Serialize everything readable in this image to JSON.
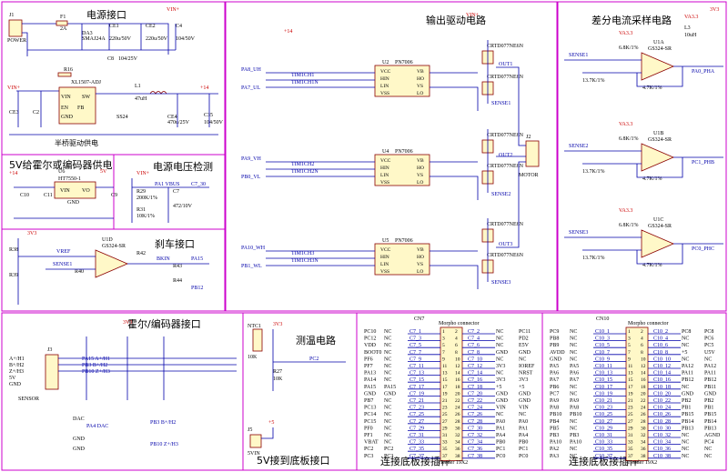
{
  "sections": {
    "power": "电源接口",
    "halfbridge": "半桥驱动供电",
    "hall5v": "5V给霍尔或编码器供电",
    "busv": "电源电压检测",
    "brake": "刹车接口",
    "output": "输出驱动电路",
    "current": "差分电流采样电路",
    "hallconn": "霍尔/编码器接口",
    "temp": "测温电路",
    "v5in": "5V接到底板接口",
    "cn7": "连接底板接插件",
    "cn10": "连接底板接插件"
  },
  "labels": {
    "j1": "J1",
    "power_conn": "POWER",
    "f1": "F1",
    "f1_val": "2A",
    "d1": "DA3",
    "d1_val": "SMAJ24A",
    "ce1": "CE1",
    "ce1_val": "220u/50V",
    "ce2": "CE2",
    "ce2_val": "220u/50V",
    "c4": "C4",
    "c4_val": "104/50V",
    "vin": "VIN+",
    "r16": "R16",
    "u7": "XL1507-ADJ",
    "c8": "C8",
    "c8_val": "104/25V",
    "l1": "L1",
    "l1_val": "47uH",
    "ss24": "SS24",
    "ce3": "CE3",
    "c2": "C2",
    "ce4": "CE4",
    "ce4_val": "470u/25V",
    "c35": "C35",
    "c35_val": "104/50V",
    "u6": "U6",
    "u6_val": "HT7550-1",
    "c10": "C10",
    "c11": "C11",
    "c9": "C9",
    "r29": "R29",
    "r29_val": "200K/1%",
    "r31": "R31",
    "r31_val": "10K/1%",
    "c7": "C7",
    "c7_val": "472/10V",
    "vbus": "PA1 VBUS",
    "vref": "VREF",
    "sense1": "SENSE1",
    "u1d": "U1D",
    "u1d_val": "GS324-SR",
    "r38": "R38",
    "r39": "R39",
    "r40": "R40",
    "r42": "R42",
    "r43": "R43",
    "r44": "R44",
    "brk": "BKIN",
    "pa15": "PA15",
    "pb12": "PB12",
    "u2": "U2",
    "u2_val": "PN7006",
    "u4": "U4",
    "u4_val": "PN7006",
    "u5": "U5",
    "u5_val": "PN7006",
    "pa8_uh": "PA8_UH",
    "pa7_ul": "PA7_UL",
    "pa9_vh": "PA9_VH",
    "pb0_vl": "PB0_VL",
    "pa10_wh": "PA10_WH",
    "pb1_wl": "PB1_WL",
    "tim1ch1": "TIM1CH1",
    "tim1ch1n": "TIM1CH1N",
    "tim1ch2": "TIM1CH2",
    "tim1ch2n": "TIM1CH2N",
    "tim1ch3": "TIM1CH3",
    "tim1ch3n": "TIM1CH3N",
    "vcc": "VCC",
    "hin": "HIN",
    "lin": "LIN",
    "vss": "VSS",
    "vb": "VB",
    "ho": "HO",
    "vs": "VS",
    "lo": "LO",
    "q_part": "CRTD077NE6N",
    "out1": "OUT1",
    "out2": "OUT2",
    "out3": "OUT3",
    "j2": "J2",
    "motor": "MOTOR",
    "sense1_o": "SENSE1",
    "sense2_o": "SENSE2",
    "sense3_o": "SENSE3",
    "u1a": "U1A",
    "u1b": "U1B",
    "u1c": "U1C",
    "gs324": "GS324-SR",
    "pa0": "PA0_PHA",
    "pc1": "PC1_PHB",
    "pc0": "PC0_PHC",
    "va3": "VA3.3",
    "l3": "L3",
    "l3_val": "10uH",
    "r6k8": "6.8K/1%",
    "r4k7": "4.7K/1%",
    "r13k7": "13.7K/1%",
    "j3": "J3",
    "sensor": "SENSOR",
    "hall_a": "A+/H1",
    "hall_b": "B+/H2",
    "hall_z": "Z+/H3",
    "v5": "5V",
    "gnd": "GND",
    "v33": "3V3",
    "p14": "+14",
    "pa15a": "PA15 A+/H1",
    "pb3": "PB3 B+/H2",
    "pb10": "PB10 Z+/H3",
    "pa4": "PA4 DAC",
    "dac": "DAC",
    "ntc": "NTC1",
    "ntc_val": "10K",
    "pc2": "PC2",
    "r27": "R27",
    "r27_val": "10K",
    "j5": "J5",
    "v5in": "5VIN",
    "cn7": "CN7",
    "cn10": "CN10",
    "morpho": "Morpho connector",
    "header": "Header 19X2"
  },
  "cn7_rows": [
    [
      "PC10",
      "NC",
      "C7_1",
      "1",
      "2",
      "C7_2",
      "NC",
      "PC11"
    ],
    [
      "PC12",
      "NC",
      "C7_3",
      "3",
      "4",
      "C7_4",
      "NC",
      "PD2"
    ],
    [
      "VDD",
      "NC",
      "C7_5",
      "5",
      "6",
      "C7_6",
      "NC",
      "E5V"
    ],
    [
      "BOOT0",
      "NC",
      "C7_7",
      "7",
      "8",
      "C7_8",
      "GND",
      "GND"
    ],
    [
      "PF6",
      "NC",
      "C7_9",
      "9",
      "10",
      "C7_10",
      "NC",
      "NC"
    ],
    [
      "PF7",
      "NC",
      "C7_11",
      "11",
      "12",
      "C7_12",
      "3V3",
      "IOREF"
    ],
    [
      "PA13",
      "NC",
      "C7_13",
      "13",
      "14",
      "C7_14",
      "NC",
      "NRST"
    ],
    [
      "PA14",
      "NC",
      "C7_15",
      "15",
      "16",
      "C7_16",
      "3V3",
      "3V3"
    ],
    [
      "PA15",
      "PA15",
      "C7_17",
      "17",
      "18",
      "C7_18",
      "+5",
      "+5"
    ],
    [
      "GND",
      "GND",
      "C7_19",
      "19",
      "20",
      "C7_20",
      "GND",
      "GND"
    ],
    [
      "PB7",
      "NC",
      "C7_21",
      "21",
      "22",
      "C7_22",
      "GND",
      "GND"
    ],
    [
      "PC13",
      "NC",
      "C7_23",
      "23",
      "24",
      "C7_24",
      "VIN",
      "VIN"
    ],
    [
      "PC14",
      "NC",
      "C7_25",
      "25",
      "26",
      "C7_26",
      "NC",
      "NC"
    ],
    [
      "PC15",
      "NC",
      "C7_27",
      "27",
      "28",
      "C7_28",
      "PA0",
      "PA0"
    ],
    [
      "PF0",
      "NC",
      "C7_29",
      "29",
      "30",
      "C7_30",
      "PA1",
      "PA1"
    ],
    [
      "PF1",
      "NC",
      "C7_31",
      "31",
      "32",
      "C7_32",
      "PA4",
      "PA4"
    ],
    [
      "VBAT",
      "NC",
      "C7_33",
      "33",
      "34",
      "C7_34",
      "PB0",
      "PB0"
    ],
    [
      "PC2",
      "PC2",
      "C7_35",
      "35",
      "36",
      "C7_36",
      "PC1",
      "PC1"
    ],
    [
      "PC3",
      "PC3",
      "C7_37",
      "37",
      "38",
      "C7_38",
      "PC0",
      "PC0"
    ]
  ],
  "cn10_rows": [
    [
      "PC9",
      "NC",
      "C10_1",
      "1",
      "2",
      "C10_2",
      "PC8",
      "PC8"
    ],
    [
      "PB8",
      "NC",
      "C10_3",
      "3",
      "4",
      "C10_4",
      "NC",
      "PC6"
    ],
    [
      "PB9",
      "NC",
      "C10_5",
      "5",
      "6",
      "C10_6",
      "NC",
      "PC5"
    ],
    [
      "AVDD",
      "NC",
      "C10_7",
      "7",
      "8",
      "C10_8",
      "+5",
      "U5V"
    ],
    [
      "GND",
      "NC",
      "C10_9",
      "9",
      "10",
      "C10_10",
      "NC",
      "NC"
    ],
    [
      "PA5",
      "PA5",
      "C10_11",
      "11",
      "12",
      "C10_12",
      "PA12",
      "PA12"
    ],
    [
      "PA6",
      "PA6",
      "C10_13",
      "13",
      "14",
      "C10_14",
      "PA11",
      "PA11"
    ],
    [
      "PA7",
      "PA7",
      "C10_15",
      "15",
      "16",
      "C10_16",
      "PB12",
      "PB12"
    ],
    [
      "PB6",
      "NC",
      "C10_17",
      "17",
      "18",
      "C10_18",
      "NC",
      "PB11"
    ],
    [
      "PC7",
      "NC",
      "C10_19",
      "19",
      "20",
      "C10_20",
      "GND",
      "GND"
    ],
    [
      "PA9",
      "PA9",
      "C10_21",
      "21",
      "22",
      "C10_22",
      "PB2",
      "PB2"
    ],
    [
      "PA8",
      "PA8",
      "C10_23",
      "23",
      "24",
      "C10_24",
      "PB1",
      "PB1"
    ],
    [
      "PB10",
      "PB10",
      "C10_25",
      "25",
      "26",
      "C10_26",
      "PB15",
      "PB15"
    ],
    [
      "PB4",
      "NC",
      "C10_27",
      "27",
      "28",
      "C10_28",
      "PB14",
      "PB14"
    ],
    [
      "PB5",
      "NC",
      "C10_29",
      "29",
      "30",
      "C10_30",
      "PB13",
      "PB13"
    ],
    [
      "PB3",
      "PB3",
      "C10_31",
      "31",
      "32",
      "C10_32",
      "NC",
      "AGND"
    ],
    [
      "PA10",
      "PA10",
      "C10_33",
      "33",
      "34",
      "C10_34",
      "NC",
      "PC4"
    ],
    [
      "PA2",
      "NC",
      "C10_35",
      "35",
      "36",
      "C10_36",
      "NC",
      "NC"
    ],
    [
      "PA3",
      "NC",
      "C10_37",
      "37",
      "38",
      "C10_38",
      "NC",
      "NC"
    ]
  ]
}
